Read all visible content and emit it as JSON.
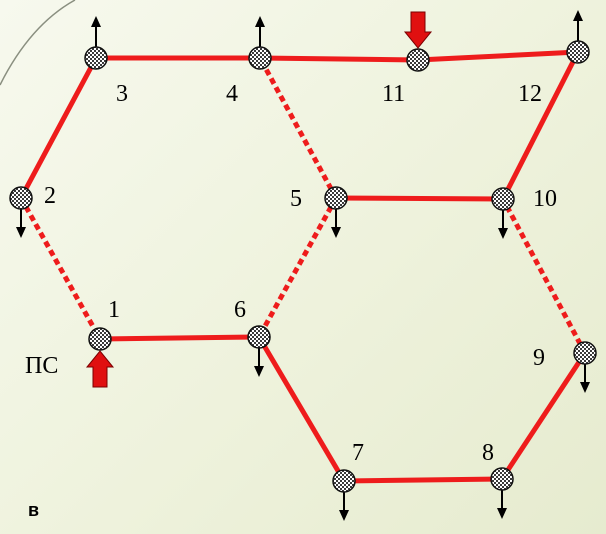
{
  "colors": {
    "line": "#ee1c1c",
    "arrow": "#000000",
    "feed_arrow": "#e01010",
    "node_dark": "#3a3a3a",
    "node_light": "#ffffff"
  },
  "nodes": [
    {
      "id": "1",
      "label": "1",
      "flow_arrow": "none"
    },
    {
      "id": "2",
      "label": "2",
      "flow_arrow": "down"
    },
    {
      "id": "3",
      "label": "3",
      "flow_arrow": "up"
    },
    {
      "id": "4",
      "label": "4",
      "flow_arrow": "up"
    },
    {
      "id": "5",
      "label": "5",
      "flow_arrow": "down"
    },
    {
      "id": "6",
      "label": "6",
      "flow_arrow": "down"
    },
    {
      "id": "7",
      "label": "7",
      "flow_arrow": "down"
    },
    {
      "id": "8",
      "label": "8",
      "flow_arrow": "down"
    },
    {
      "id": "9",
      "label": "9",
      "flow_arrow": "down"
    },
    {
      "id": "10",
      "label": "10",
      "flow_arrow": "down"
    },
    {
      "id": "11",
      "label": "11",
      "flow_arrow": "none"
    },
    {
      "id": "12",
      "label": "12",
      "flow_arrow": "up"
    }
  ],
  "edges": [
    {
      "from": "1",
      "to": "6",
      "style": "solid"
    },
    {
      "from": "6",
      "to": "7",
      "style": "solid"
    },
    {
      "from": "7",
      "to": "8",
      "style": "solid"
    },
    {
      "from": "8",
      "to": "9",
      "style": "solid"
    },
    {
      "from": "9",
      "to": "10",
      "style": "dashed"
    },
    {
      "from": "10",
      "to": "5",
      "style": "solid"
    },
    {
      "from": "10",
      "to": "12",
      "style": "solid"
    },
    {
      "from": "5",
      "to": "6",
      "style": "dashed"
    },
    {
      "from": "5",
      "to": "4",
      "style": "dashed"
    },
    {
      "from": "2",
      "to": "1",
      "style": "dashed"
    },
    {
      "from": "2",
      "to": "3",
      "style": "solid"
    },
    {
      "from": "3",
      "to": "4",
      "style": "solid"
    },
    {
      "from": "4",
      "to": "11",
      "style": "solid"
    },
    {
      "from": "11",
      "to": "12",
      "style": "solid"
    }
  ],
  "source_label": "ПС",
  "feeds": [
    {
      "node": "1",
      "direction": "up"
    },
    {
      "node": "11",
      "direction": "down"
    }
  ],
  "corner_label": "в"
}
